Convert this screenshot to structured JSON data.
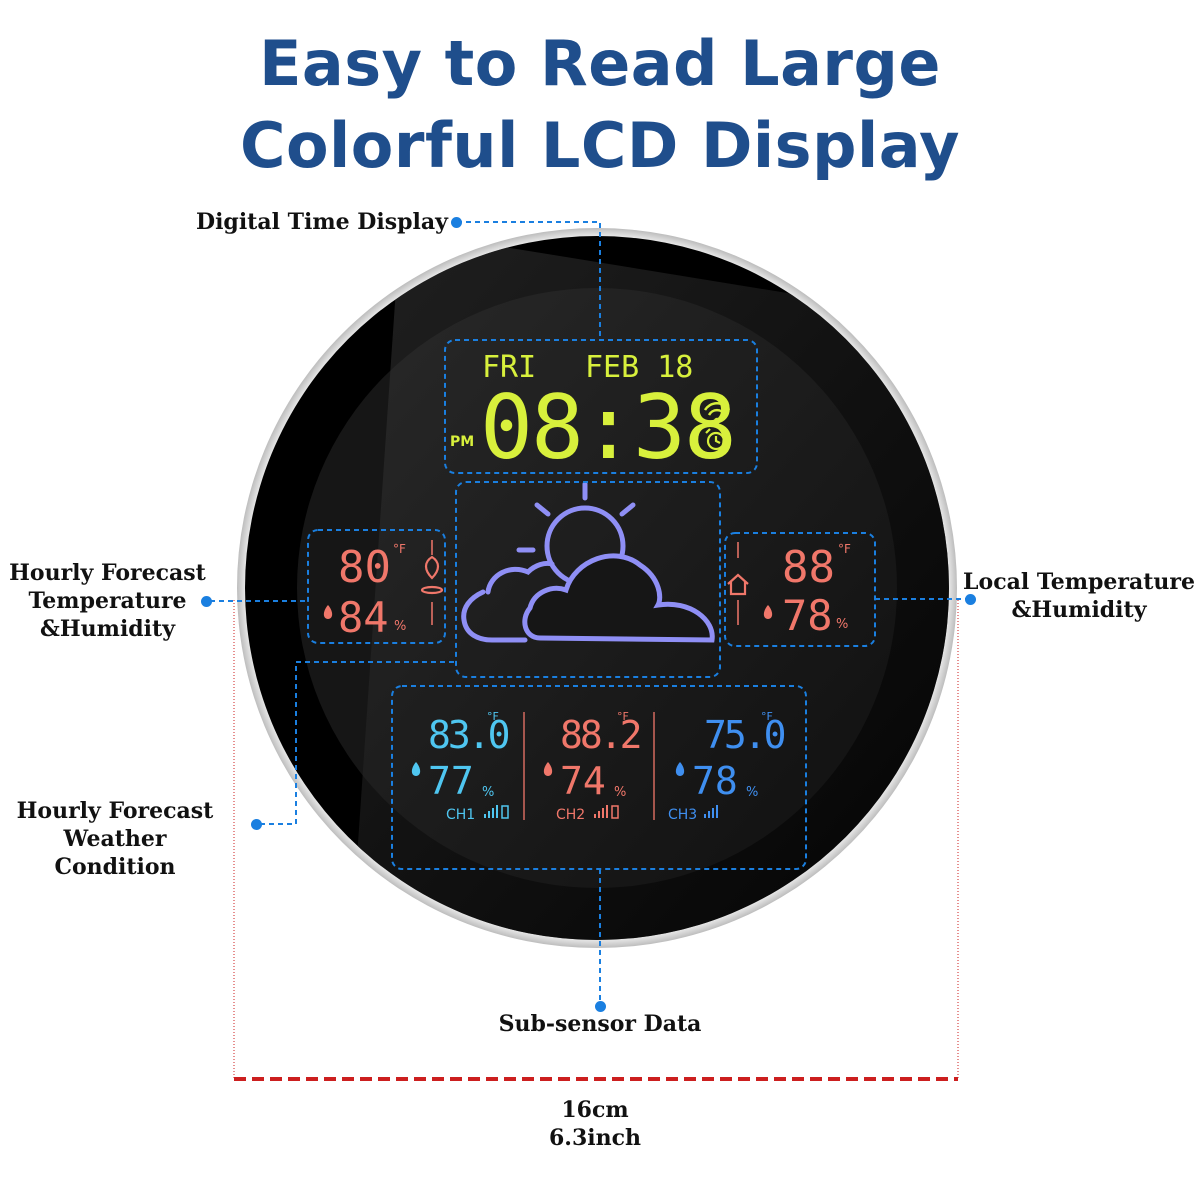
{
  "headline": {
    "line1": "Easy to Read Large",
    "line2": "Colorful LCD Display"
  },
  "callouts": {
    "time": "Digital Time Display",
    "forecast_temp": [
      "Hourly Forecast",
      "Temperature",
      "&Humidity"
    ],
    "local_temp": [
      "Local Temperature",
      "&Humidity"
    ],
    "forecast_condition": [
      "Hourly Forecast",
      "Weather Condition"
    ],
    "sub_sensor": "Sub-sensor Data"
  },
  "dimension": {
    "metric": "16cm",
    "imperial": "6.3inch"
  },
  "lcd": {
    "day": "FRI",
    "date": "FEB 18",
    "time": "08:38",
    "ampm": "PM",
    "forecast": {
      "temp": "80",
      "unit": "°F",
      "humidity": "84",
      "hum_unit": "%"
    },
    "local": {
      "temp": "88",
      "unit": "°F",
      "humidity": "78",
      "hum_unit": "%"
    },
    "channels": [
      {
        "temp": "83.0",
        "unit": "°F",
        "humidity": "77",
        "hum_unit": "%",
        "label": "CH1"
      },
      {
        "temp": "88.2",
        "unit": "°F",
        "humidity": "74",
        "hum_unit": "%",
        "label": "CH2"
      },
      {
        "temp": "75.0",
        "unit": "°F",
        "humidity": "78",
        "hum_unit": "%",
        "label": "CH3"
      }
    ]
  },
  "colors": {
    "headline": "#1f4e8c",
    "callout_dash": "#1a7fe0",
    "time_digits": "#d8f03c",
    "red_digits": "#f0776a",
    "ch1": "#4fc6f0",
    "ch2": "#f0776a",
    "ch3": "#3f8ff0",
    "weather_icon": "#8f8ff5",
    "dimension_line": "#cc1f1f"
  },
  "icons": [
    "wifi-icon",
    "alarm-clock-icon",
    "location-pin-icon",
    "home-icon",
    "water-drop-icon",
    "signal-bars-icon",
    "battery-icon",
    "sun-cloud-icon"
  ]
}
